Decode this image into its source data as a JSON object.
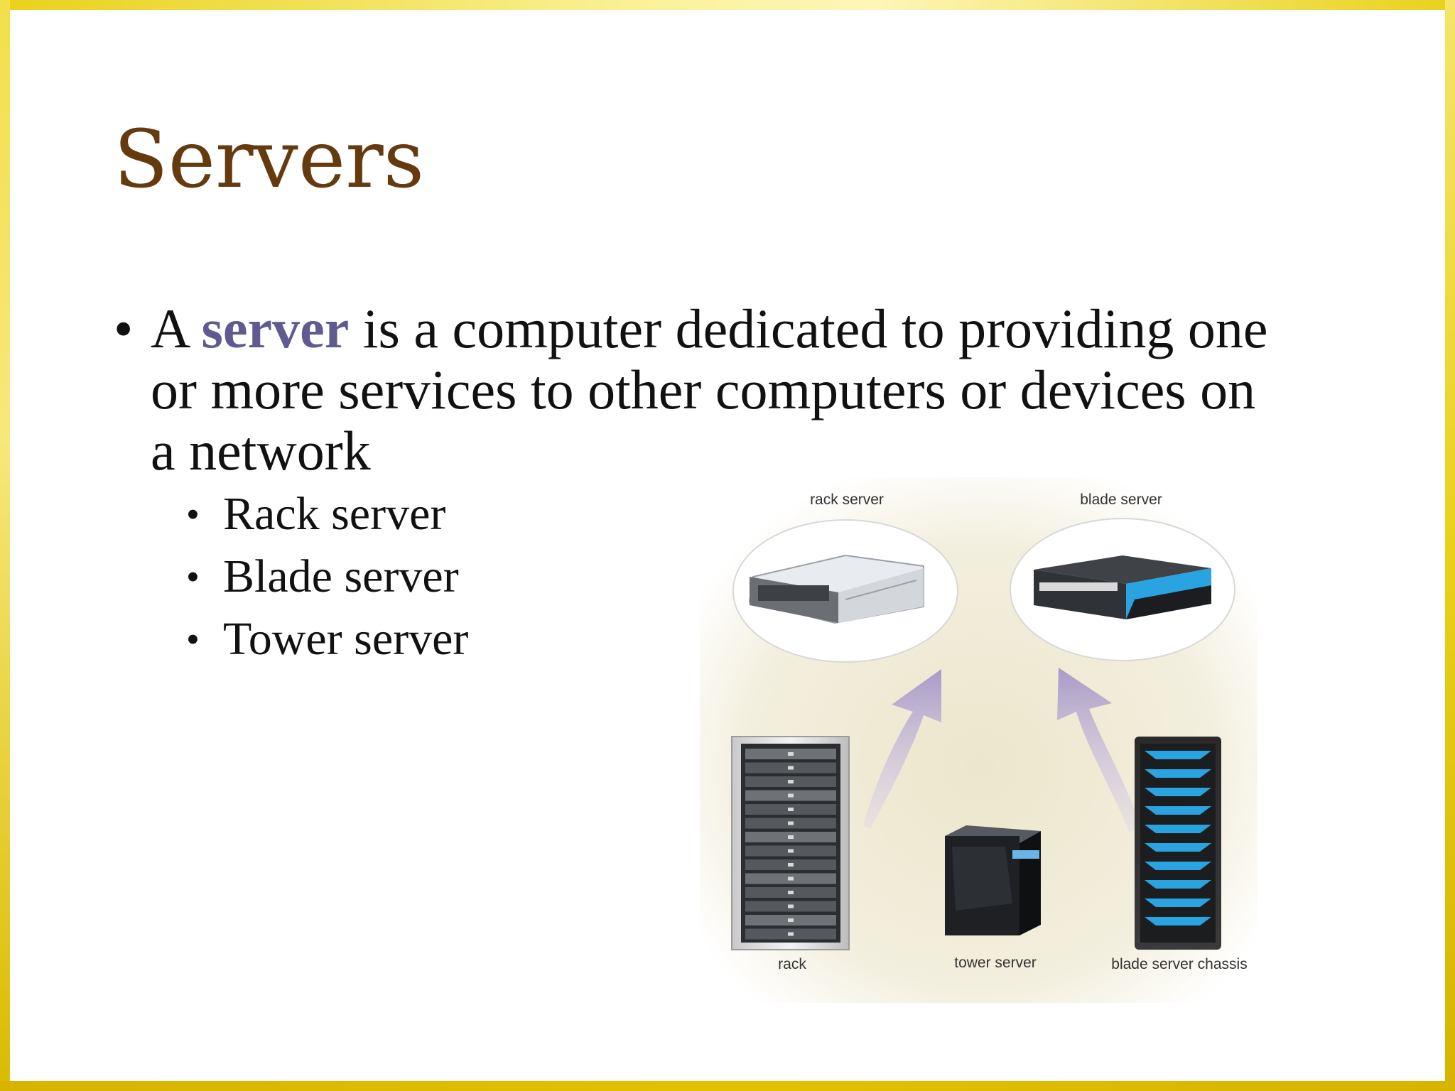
{
  "slide": {
    "title": "Servers",
    "bullet": {
      "text_before": "A ",
      "keyword": "server",
      "text_after": " is a computer dedicated to providing one or more services to other computers or devices on a network"
    },
    "sub_bullets": [
      {
        "label": "Rack server"
      },
      {
        "label": "Blade server"
      },
      {
        "label": "Tower server"
      }
    ]
  },
  "figure": {
    "labels": {
      "rack_server": "rack server",
      "blade_server": "blade server",
      "rack": "rack",
      "tower_server": "tower server",
      "blade_server_chassis": "blade server chassis"
    },
    "colors": {
      "arrow": "#a89ac8",
      "blade_accent": "#2aa4e0",
      "background_glow": "#f1ecd6"
    }
  },
  "theme": {
    "title_color": "#653a0e",
    "keyword_color": "#5f5a90",
    "border_color": "#e2c200"
  }
}
